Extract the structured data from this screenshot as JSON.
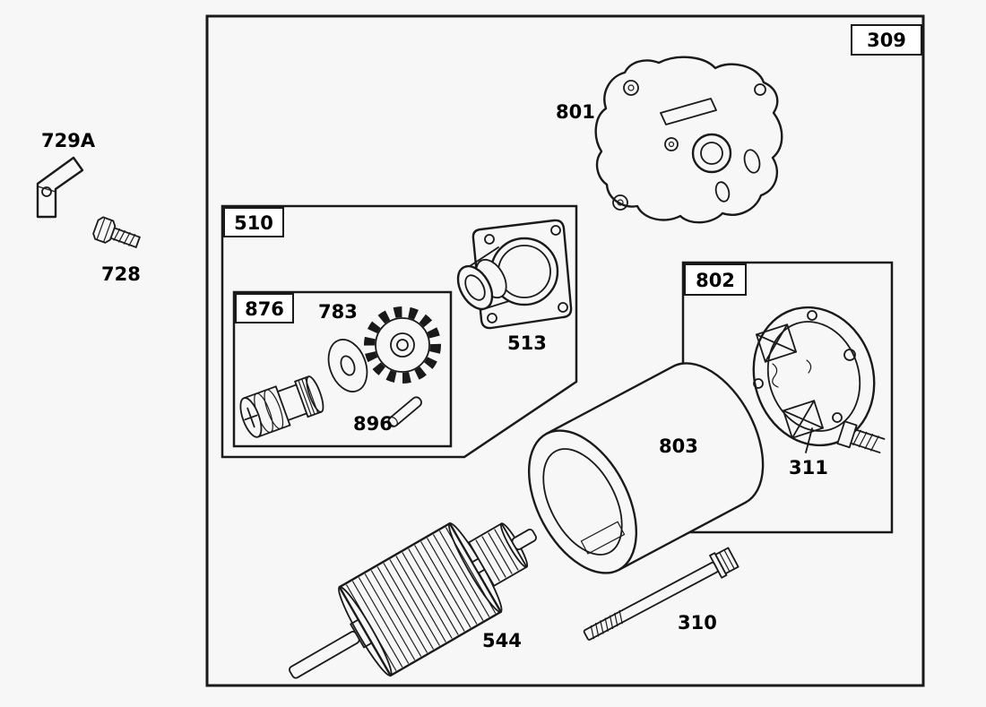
{
  "colors": {
    "background": "#f7f7f7",
    "line": "#1a1a1a",
    "label_box_background": "#ffffff",
    "label_text": "#000000"
  },
  "callouts": {
    "page_ref": "309",
    "bracket": "729A",
    "screw": "728",
    "end_plate": "801",
    "gear_group": "510",
    "drive_end_cap": "513",
    "pinion_group": "876",
    "washer": "783",
    "pin": "896",
    "brush_group": "802",
    "brush_assembly": "311",
    "housing": "803",
    "armature": "544",
    "through_bolt": "310"
  }
}
